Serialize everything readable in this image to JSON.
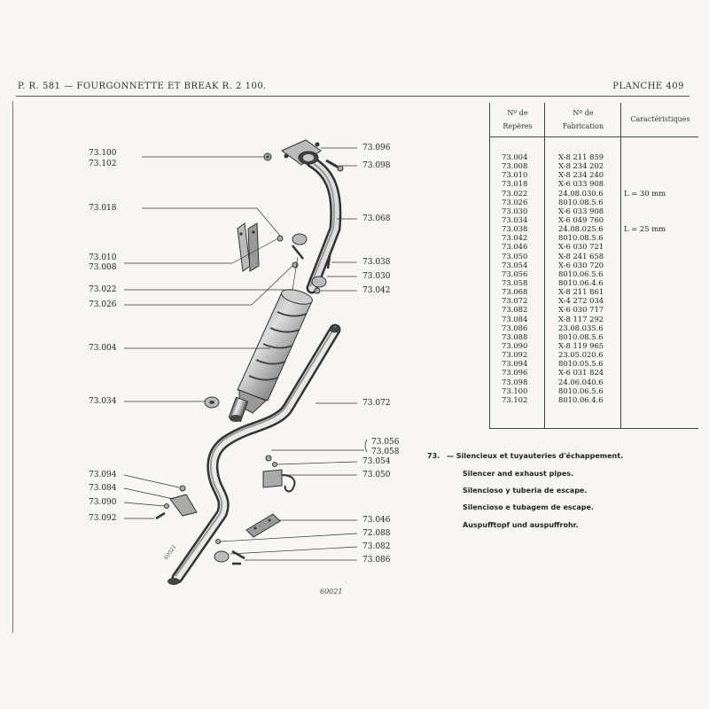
{
  "header": {
    "left": "P. R. 581 — FOURGONNETTE ET BREAK R. 2 100.",
    "right": "PLANCHE 409"
  },
  "table": {
    "col1_header": "Nº de\nRepères",
    "col2_header": "Nº de\nFabrication",
    "col3_header": "Caractéristiques",
    "rows": [
      {
        "ref": "73.004",
        "fab": "X-8 211 859",
        "car": ""
      },
      {
        "ref": "73.008",
        "fab": "X-8 234 202",
        "car": ""
      },
      {
        "ref": "73.010",
        "fab": "X-8 234 240",
        "car": ""
      },
      {
        "ref": "73.018",
        "fab": "X-6 033 908",
        "car": ""
      },
      {
        "ref": "73.022",
        "fab": "24.08.030.6",
        "car": "L = 30 mm"
      },
      {
        "ref": "73.026",
        "fab": "8010.08.5.6",
        "car": ""
      },
      {
        "ref": "73.030",
        "fab": "X-6 033 908",
        "car": ""
      },
      {
        "ref": "73.034",
        "fab": "X-6 049 760",
        "car": ""
      },
      {
        "ref": "73.038",
        "fab": "24.08.025.6",
        "car": "L = 25 mm"
      },
      {
        "ref": "73.042",
        "fab": "8010.08.5.6",
        "car": ""
      },
      {
        "ref": "73.046",
        "fab": "X-6 030 721",
        "car": ""
      },
      {
        "ref": "73.050",
        "fab": "X-8 241 658",
        "car": ""
      },
      {
        "ref": "73.054",
        "fab": "X-6 030 720",
        "car": ""
      },
      {
        "ref": "73.056",
        "fab": "8010.06.5.6",
        "car": ""
      },
      {
        "ref": "73.058",
        "fab": "8010.06.4.6",
        "car": ""
      },
      {
        "ref": "73.068",
        "fab": "X-8 211 861",
        "car": ""
      },
      {
        "ref": "73.072",
        "fab": "X-4 272 034",
        "car": ""
      },
      {
        "ref": "73.082",
        "fab": "X-6 030 717",
        "car": ""
      },
      {
        "ref": "73.084",
        "fab": "X-8 117 292",
        "car": ""
      },
      {
        "ref": "73.086",
        "fab": "23.08.035.6",
        "car": ""
      },
      {
        "ref": "73.088",
        "fab": "8010.08.5.6",
        "car": ""
      },
      {
        "ref": "73.090",
        "fab": "X-8 119 965",
        "car": ""
      },
      {
        "ref": "73.092",
        "fab": "23.05.020.6",
        "car": ""
      },
      {
        "ref": "73.094",
        "fab": "8010.05.5.6",
        "car": ""
      },
      {
        "ref": "73.096",
        "fab": "X-6 031 824",
        "car": ""
      },
      {
        "ref": "73.098",
        "fab": "24.06.040.6",
        "car": ""
      },
      {
        "ref": "73.100",
        "fab": "8010.06.5.6",
        "car": ""
      },
      {
        "ref": "73.102",
        "fab": "8010.06.4.6",
        "car": ""
      }
    ]
  },
  "description": {
    "number": "73.",
    "lines": [
      "— Silencieux et tuyauteries d'échappement.",
      "Silencer and exhaust pipes.",
      "Silencioso y tuberia de escape.",
      "Silencioso e tubagem de escape.",
      "Auspufftopf und auspuffrohr."
    ]
  },
  "callouts_left": [
    "73.100",
    "73.102",
    "73.018",
    "73.010",
    "73.008",
    "73.022",
    "73.026",
    "73.004",
    "73.034",
    "73.094",
    "73.084",
    "73.090",
    "73.092"
  ],
  "callouts_right": [
    "73.096",
    "73.098",
    "73.068",
    "73.038",
    "73.030",
    "73.042",
    "73.072",
    "73.056",
    "73.058",
    "73.054",
    "73.050",
    "73.046",
    "72.088",
    "73.082",
    "73.086"
  ],
  "figure_number": "60021"
}
